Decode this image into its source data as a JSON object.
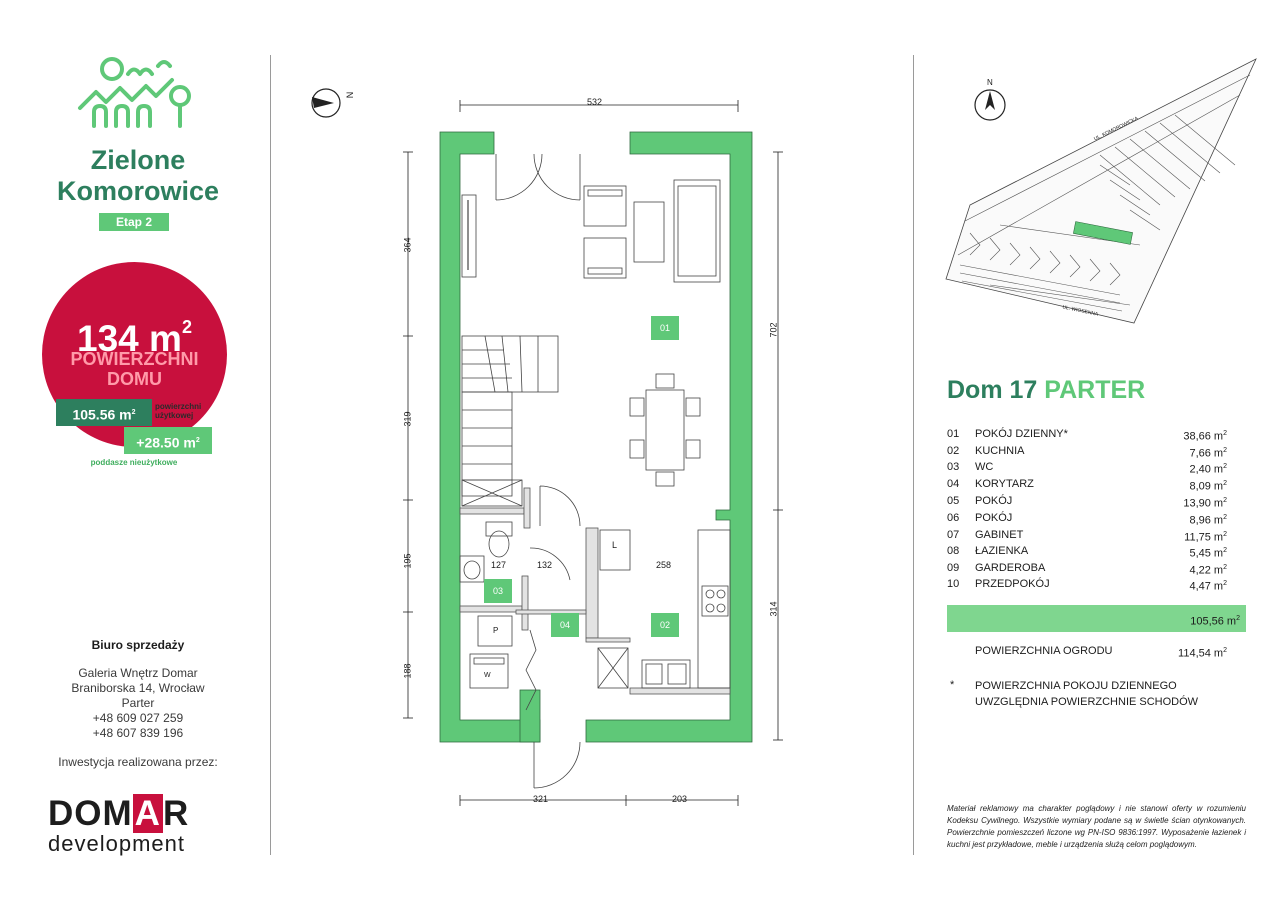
{
  "brand": {
    "name_line1": "Zielone",
    "name_line2": "Komorowice",
    "stage": "Etap 2",
    "colors": {
      "dark_green": "#2d7f5e",
      "light_green": "#5fc878",
      "red": "#c8103d"
    }
  },
  "summary": {
    "total_area": "134 m",
    "total_area_sup": "2",
    "total_label_line1": "POWIERZCHNI",
    "total_label_line2": "DOMU",
    "usable_area": "105.56 m",
    "usable_area_sup": "2",
    "usable_label_line1": "powierzchni",
    "usable_label_line2": "użytkowej",
    "attic_area": "+28.50 m",
    "attic_area_sup": "2",
    "attic_label": "poddasze nieużytkowe"
  },
  "office": {
    "title": "Biuro sprzedaży",
    "lines": [
      "Galeria Wnętrz Domar",
      "Braniborska 14, Wrocław",
      "Parter",
      "+48 609 027 259",
      "+48 607 839 196"
    ],
    "invest_label": "Inwestycja realizowana przez:"
  },
  "developer": {
    "name_part1": "DOM",
    "name_highlight": "A",
    "name_part2": "R",
    "subtitle": "development"
  },
  "plan": {
    "compass_label": "N",
    "dimensions": {
      "top": "532",
      "bottom_left": "321",
      "bottom_right": "203",
      "left_1": "364",
      "left_2": "319",
      "left_3": "195",
      "left_4": "188",
      "right_1": "702",
      "right_2": "314",
      "inner_127": "127",
      "inner_132": "132",
      "inner_258": "258"
    },
    "rooms": [
      "01",
      "02",
      "03",
      "04"
    ],
    "fixture_L": "L",
    "fixture_P": "P",
    "fixture_W": "W"
  },
  "site_map": {
    "compass_label": "N",
    "street_1": "UL. KOMOROWICKA",
    "street_2": "UL. WIOSENNA"
  },
  "house": {
    "title": "Dom 17",
    "floor": "PARTER",
    "rooms": [
      {
        "num": "01",
        "name": "POKÓJ DZIENNY*",
        "area": "38,66 m",
        "sup": "2"
      },
      {
        "num": "02",
        "name": "KUCHNIA",
        "area": "7,66 m",
        "sup": "2"
      },
      {
        "num": "03",
        "name": "WC",
        "area": "2,40 m",
        "sup": "2"
      },
      {
        "num": "04",
        "name": "KORYTARZ",
        "area": "8,09 m",
        "sup": "2"
      },
      {
        "num": "05",
        "name": "POKÓJ",
        "area": "13,90 m",
        "sup": "2"
      },
      {
        "num": "06",
        "name": "POKÓJ",
        "area": "8,96 m",
        "sup": "2"
      },
      {
        "num": "07",
        "name": "GABINET",
        "area": "11,75 m",
        "sup": "2"
      },
      {
        "num": "08",
        "name": "ŁAZIENKA",
        "area": "5,45 m",
        "sup": "2"
      },
      {
        "num": "09",
        "name": "GARDEROBA",
        "area": "4,22 m",
        "sup": "2"
      },
      {
        "num": "10",
        "name": "PRZEDPOKÓJ",
        "area": "4,47 m",
        "sup": "2"
      }
    ],
    "total": "105,56 m",
    "total_sup": "2",
    "garden_label": "POWIERZCHNIA OGRODU",
    "garden_area": "114,54 m",
    "garden_sup": "2",
    "note_star": "*",
    "note_line1": "POWIERZCHNIA POKOJU DZIENNEGO",
    "note_line2": "UWZGLĘDNIA POWIERZCHNIE SCHODÓW"
  },
  "disclaimer": "Materiał reklamowy ma charakter poglądowy i nie stanowi oferty w rozumieniu Kodeksu Cywilnego. Wszystkie wymiary podane są w świetle ścian otynkowanych. Powierzchnie pomieszczeń liczone wg PN-ISO 9836:1997. Wyposażenie łazienek i kuchni jest przykładowe, meble i urządzenia służą celom poglądowym."
}
